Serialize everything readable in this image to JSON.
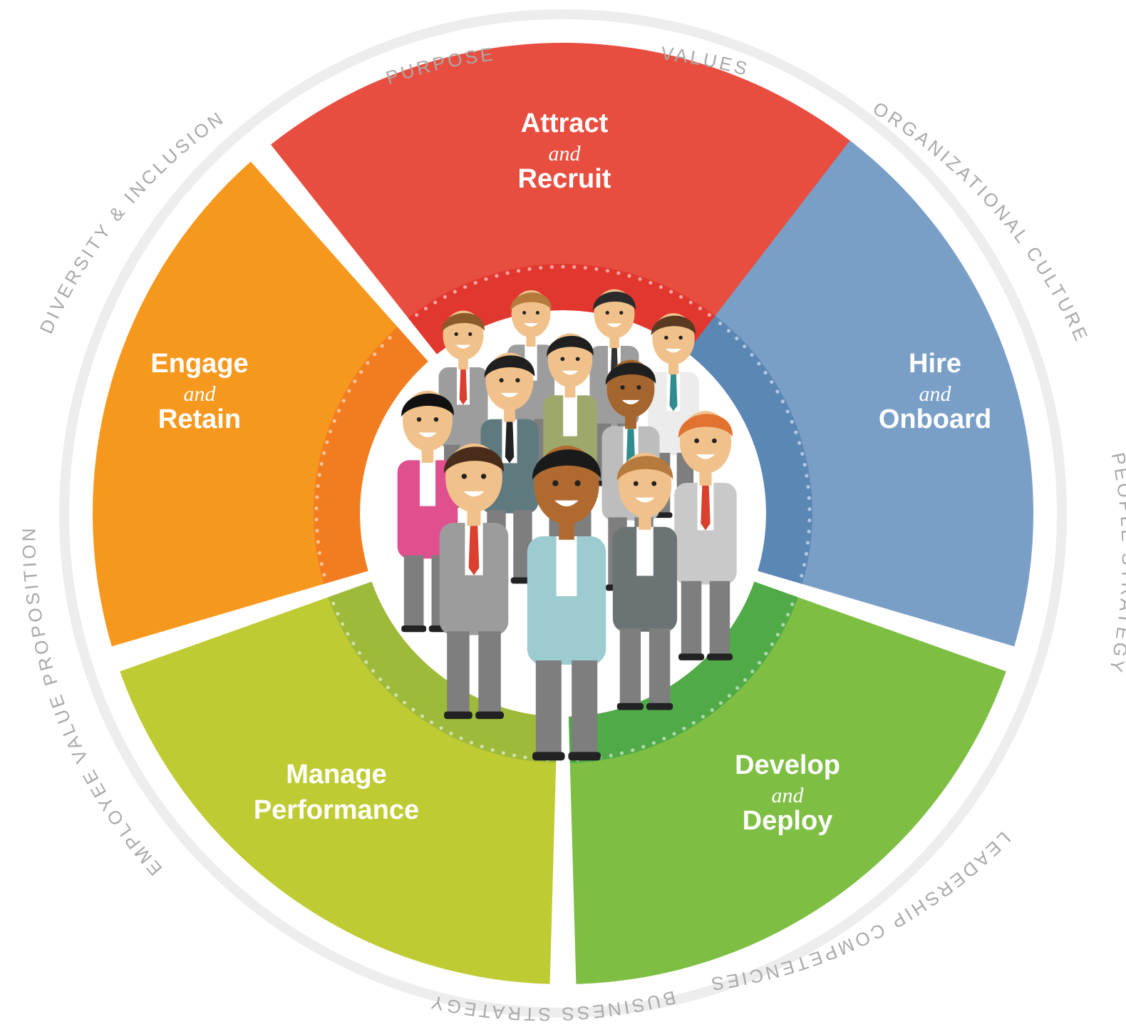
{
  "colors": {
    "attract": "#E84E40",
    "attract_dark": "#E2372F",
    "hire": "#7A9FC7",
    "hire_dark": "#5B87B5",
    "develop": "#7DBE43",
    "develop_dark": "#4FAA47",
    "manage": "#BFCB33",
    "manage_dark": "#9DBA3A",
    "engage": "#F6981E",
    "engage_dark": "#F27D20",
    "outer_ring": "#EDEDED",
    "ring_text": "#A9A9A9"
  },
  "segments": [
    {
      "id": "attract",
      "title1": "Attract",
      "and": "and",
      "title2": "Recruit"
    },
    {
      "id": "hire",
      "title1": "Hire",
      "and": "and",
      "title2": "Onboard"
    },
    {
      "id": "develop",
      "title1": "Develop",
      "and": "and",
      "title2": "Deploy"
    },
    {
      "id": "manage",
      "title1": "Manage",
      "title2": "Performance"
    },
    {
      "id": "engage",
      "title1": "Engage",
      "and": "and",
      "title2": "Retain"
    }
  ],
  "ring_labels": [
    "PURPOSE",
    "VALUES",
    "ORGANIZATIONAL CULTURE",
    "PEOPLE STRATEGY",
    "LEADERSHIP COMPETENCIES",
    "BUSINESS STRATEGY",
    "EMPLOYEE VALUE PROPOSITION",
    "DIVERSITY & INCLUSION"
  ],
  "center": {
    "illustration": "group-of-people-illustration"
  }
}
